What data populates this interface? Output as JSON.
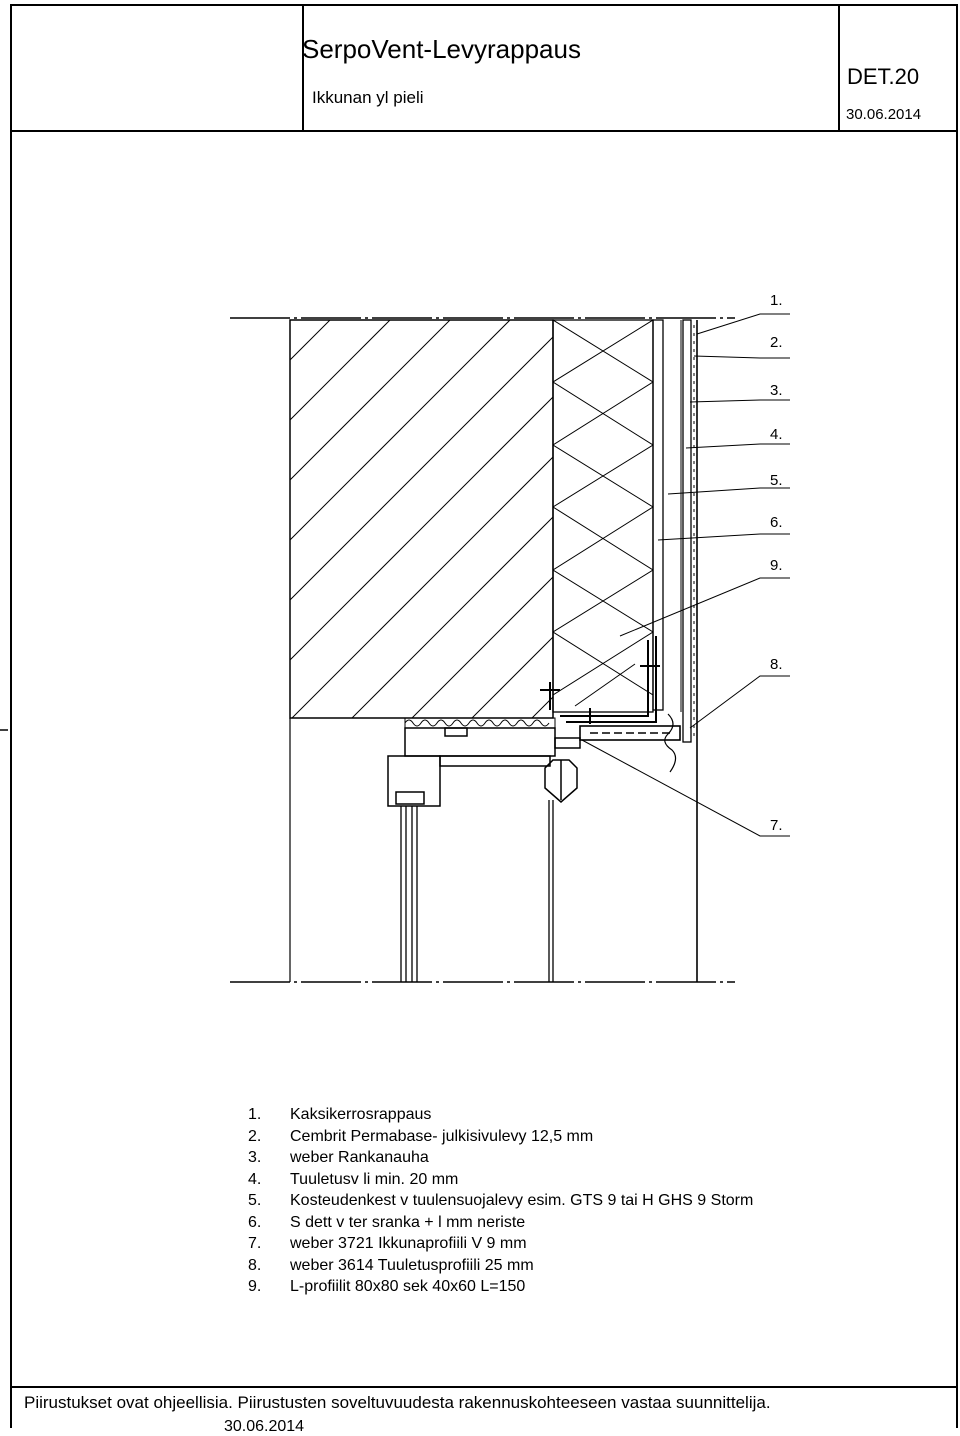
{
  "header": {
    "title": "SerpoVent-Levyrappaus",
    "subtitle": "Ikkunan yl pieli",
    "code": "DET.20",
    "date": "30.06.2014"
  },
  "callouts": [
    "1.",
    "2.",
    "3.",
    "4.",
    "5.",
    "6.",
    "9.",
    "8.",
    "7."
  ],
  "legend": [
    {
      "num": "1.",
      "text": "Kaksikerrosrappaus"
    },
    {
      "num": "2.",
      "text": "Cembrit Permabase- julkisivulevy 12,5 mm"
    },
    {
      "num": "3.",
      "text": "weber Rankanauha"
    },
    {
      "num": "4.",
      "text": "Tuuletusv li min. 20 mm"
    },
    {
      "num": "5.",
      "text": "Kosteudenkest v tuulensuojalevy esim. GTS 9 tai H GHS 9 Storm"
    },
    {
      "num": "6.",
      "text": "S dett v ter sranka + l mm neriste"
    },
    {
      "num": "7.",
      "text": "weber 3721 Ikkunaprofiili V 9 mm"
    },
    {
      "num": "8.",
      "text": "weber 3614 Tuuletusprofiili 25 mm"
    },
    {
      "num": "9.",
      "text": "L-profiilit 80x80 sek 40x60 L=150"
    }
  ],
  "footer": {
    "disclaimer": "Piirustukset ovat ohjeellisia. Piirustusten soveltuvuudesta rakennuskohteeseen vastaa suunnittelija.",
    "date": "30.06.2014"
  }
}
